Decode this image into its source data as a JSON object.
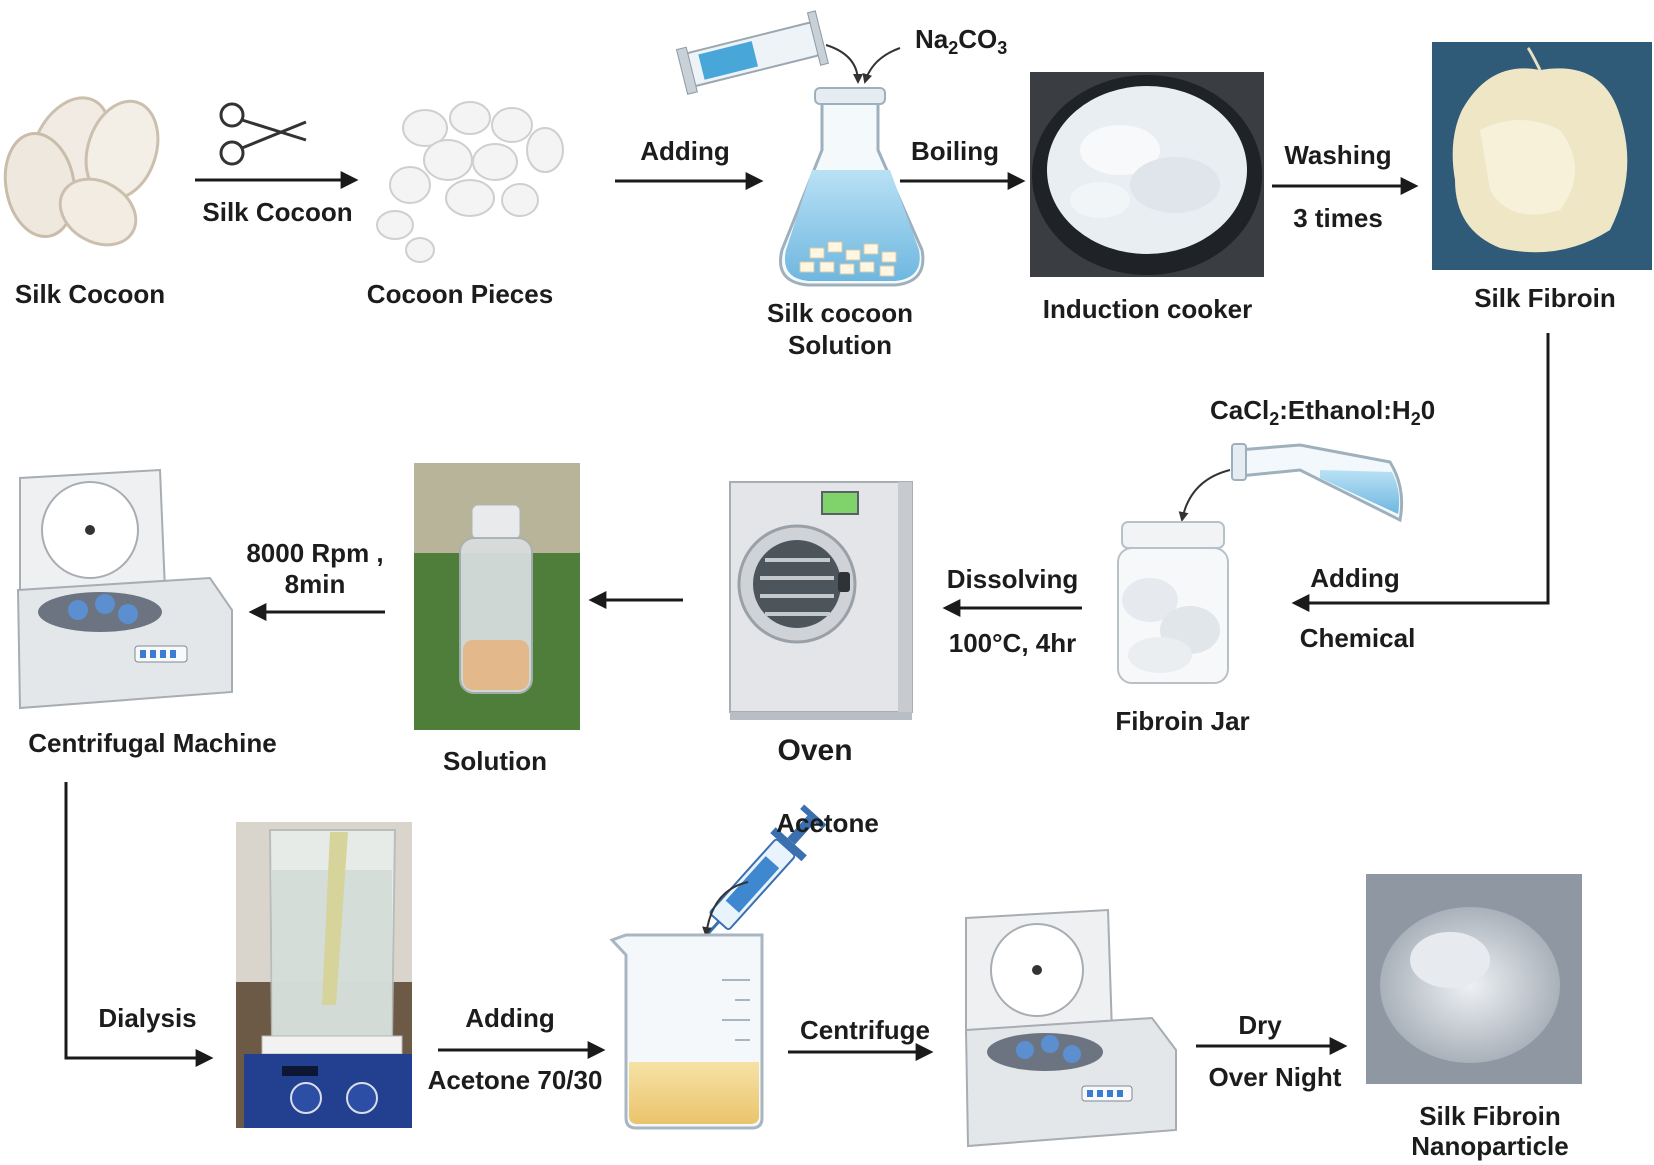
{
  "nodes": {
    "silk_cocoon": "Silk Cocoon",
    "cocoon_pieces": "Cocoon Pieces",
    "silk_cocoon_solution": [
      "Silk cocoon",
      "Solution"
    ],
    "induction_cooker": "Induction cooker",
    "silk_fibroin": "Silk Fibroin",
    "fibroin_jar": "Fibroin Jar",
    "oven": "Oven",
    "solution": "Solution",
    "centrifugal_machine": "Centrifugal Machine",
    "silk_fibroin_nanoparticle": [
      "Silk Fibroin",
      "Nanoparticle"
    ]
  },
  "reagents": {
    "na2co3": {
      "main": "Na",
      "sub1": "2",
      "mid": "CO",
      "sub2": "3"
    },
    "cacl2": {
      "a": "CaCl",
      "b": "2",
      "c": ":Ethanol:H",
      "d": "2",
      "e": "0"
    },
    "acetone": "Acetone"
  },
  "steps": {
    "cut": "Silk Cocoon",
    "adding1": "Adding",
    "boiling": "Boiling",
    "washing": [
      "Washing",
      "3 times"
    ],
    "adding_chemical": [
      "Adding",
      "Chemical"
    ],
    "dissolving": [
      "Dissolving",
      "100°C, 4hr"
    ],
    "rpm": [
      "8000 Rpm ,",
      "8min"
    ],
    "dialysis": "Dialysis",
    "adding_acetone": [
      "Adding",
      "Acetone 70/30"
    ],
    "centrifuge": "Centrifuge",
    "dry": [
      "Dry",
      "Over Night"
    ]
  },
  "colors": {
    "arrow": "#1a1a1a",
    "solution_blue": "#8ec9ea",
    "solution_amber": "#f2d58a",
    "machine_grey": "#dfe2e6",
    "photo_dark": "#2a2d33"
  }
}
